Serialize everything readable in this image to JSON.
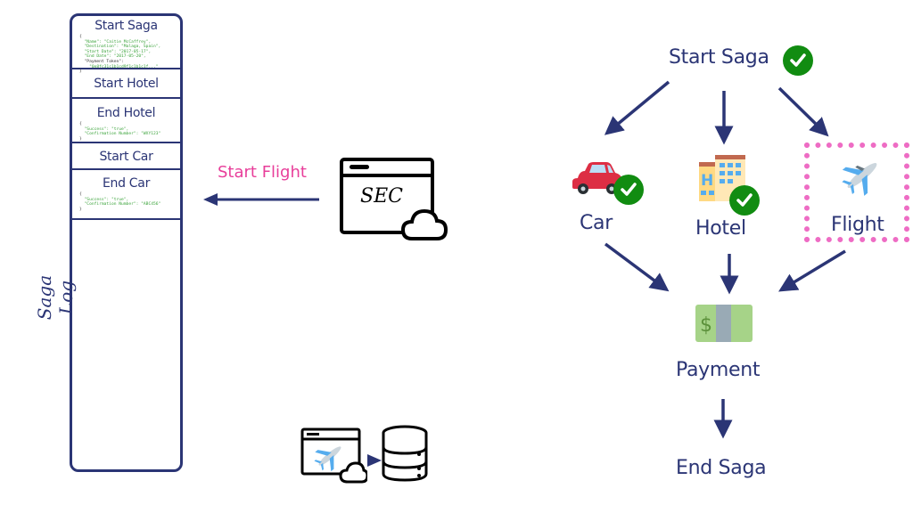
{
  "saga_log": {
    "label": "Saga Log",
    "entries": [
      {
        "title": "Start Saga",
        "json": [
          "{",
          "  \"Name\": \"Caitie McCaffrey\",",
          "  \"Destination\": \"Malaga, Spain\",",
          "  \"Start Date\": \"2017-05-17\",",
          "  \"End Date\": \"2017-05-20\",",
          "  \"Payment Token\":",
          "    \"0e8fc31c1b1cd9f1c1b1c1f...\"",
          "}"
        ]
      },
      {
        "title": "Start Hotel"
      },
      {
        "title": "End Hotel",
        "json": [
          "{",
          "  \"Success\": \"true\",",
          "  \"Confirmation Number\": \"WXY123\"",
          "}"
        ]
      },
      {
        "title": "Start Car"
      },
      {
        "title": "End Car",
        "json": [
          "{",
          "  \"Success\": \"true\",",
          "  \"Confirmation Number\": \"ABC456\"",
          "}"
        ]
      }
    ]
  },
  "sec": {
    "label": "SEC",
    "action_label": "Start Flight",
    "icon": "browser-window-cloud-icon"
  },
  "bottom_icons": {
    "app_icon": "airplane-app-cloud-icon",
    "db_icon": "database-icon"
  },
  "flow": {
    "start": {
      "label": "Start Saga",
      "status": "done"
    },
    "car": {
      "label": "Car",
      "icon": "car-icon",
      "status": "done"
    },
    "hotel": {
      "label": "Hotel",
      "icon": "hotel-icon",
      "status": "done"
    },
    "flight": {
      "label": "Flight",
      "icon": "airplane-icon",
      "status": "in-progress",
      "highlight": "#ee6cc4"
    },
    "payment": {
      "label": "Payment",
      "icon": "money-icon"
    },
    "end": {
      "label": "End Saga"
    }
  },
  "colors": {
    "navy": "#2b3575",
    "pink": "#e83e9a",
    "check_green": "#118c11",
    "json_string": "#3aa33a"
  }
}
